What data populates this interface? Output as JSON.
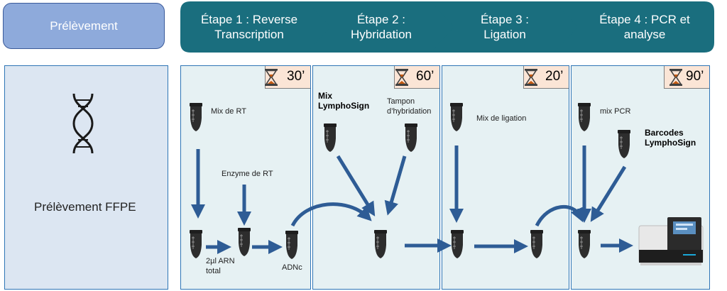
{
  "header": {
    "prelevement": "Prélèvement",
    "step1": [
      "Étape 1 : Reverse",
      "Transcription"
    ],
    "step2": [
      "Étape 2 :",
      "Hybridation"
    ],
    "step3": [
      "Étape 3 :",
      "Ligation"
    ],
    "step4": [
      "Étape 4 : PCR et",
      "analyse"
    ]
  },
  "colors": {
    "step_header": "#1a6e7e",
    "prelevement_header": "#8eaadb",
    "arrow": "#2e5c95"
  },
  "sample": {
    "label": "Prélèvement FFPE",
    "icon": "dna-icon"
  },
  "steps": [
    {
      "timer": "30’",
      "labels": {
        "mix_rt": "Mix de RT",
        "enzyme_rt": "Enzyme de RT",
        "arn": [
          "2µl ARN",
          "total"
        ],
        "adnc": "ADNc"
      }
    },
    {
      "timer": "60’",
      "labels": {
        "mix": [
          "Mix",
          "LymphoSign"
        ],
        "tampon": [
          "Tampon",
          "d’hybridation"
        ]
      }
    },
    {
      "timer": "20’",
      "labels": {
        "mix_ligation": "Mix de ligation"
      }
    },
    {
      "timer": "90’",
      "labels": {
        "mix_pcr": "mix PCR",
        "barcodes": [
          "Barcodes",
          "LymphoSign"
        ]
      }
    }
  ]
}
